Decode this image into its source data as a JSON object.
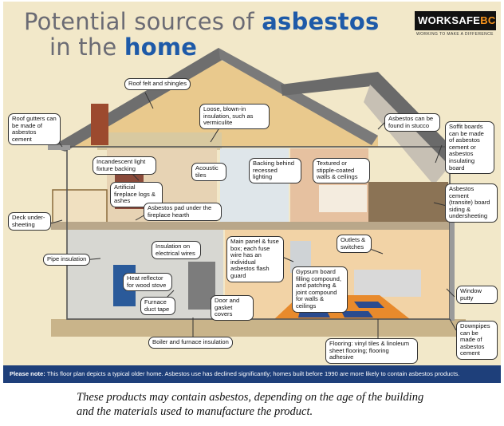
{
  "title": {
    "line1_prefix": "Potential sources of ",
    "line1_bold": "asbestos",
    "line2_prefix": "in the ",
    "line2_bold": "home"
  },
  "logo": {
    "work": "WORK",
    "safe": "SAFE",
    "bc": "BC",
    "tagline": "WORKING TO MAKE A DIFFERENCE"
  },
  "labels": {
    "roof_felt": "Roof felt and shingles",
    "roof_gutters": "Roof gutters can be made of asbestos cement",
    "loose_insulation": "Loose, blown-in insulation, such as vermiculite",
    "stucco": "Asbestos can be found in stucco",
    "soffit": "Soffit boards can be made of asbestos cement or asbestos insulating board",
    "light_fixture": "Incandescent light fixture backing",
    "acoustic_tiles": "Acoustic tiles",
    "recessed_lighting": "Backing behind recessed lighting",
    "textured_walls": "Textured or stipple-coated walls & ceilings",
    "fireplace_logs": "Artificial fireplace logs & ashes",
    "fireplace_pad": "Asbestos pad under the fireplace hearth",
    "deck": "Deck under-sheeting",
    "cement_siding": "Asbestos cement (transite) board siding & undersheeting",
    "pipe_insulation": "Pipe insulation",
    "electrical_wires": "Insulation on electrical wires",
    "main_panel": "Main panel & fuse box; each fuse wire has an individual asbestos flash guard",
    "outlets": "Outlets & switches",
    "heat_reflector": "Heat reflector for wood stove",
    "gypsum": "Gypsum board filling compound, and patching & joint compound for walls & ceilings",
    "window_putty": "Window putty",
    "duct_tape": "Furnace duct tape",
    "gasket": "Door and gasket covers",
    "boiler": "Boiler and furnace insulation",
    "flooring": "Flooring: vinyl tiles & linoleum sheet flooring; flooring adhesive",
    "downpipes": "Downpipes can be made of asbestos cement"
  },
  "note": {
    "bold": "Please note:",
    "text": " This floor plan depicts a typical older home. Asbestos use has declined significantly; homes built before 1990 are more likely to contain asbestos products."
  },
  "caption": "These products may contain asbestos, depending on the age of the building and the materials used to manufacture the product.",
  "colors": {
    "title_gray": "#6b6b74",
    "title_blue": "#1e5aa8",
    "note_bg": "#1e3f7a",
    "logo_orange": "#f7941d",
    "background": "#f2e8c9"
  }
}
